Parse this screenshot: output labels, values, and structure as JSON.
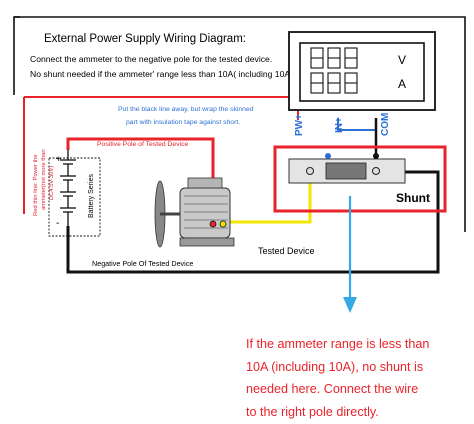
{
  "title": "External Power Supply Wiring Diagram:",
  "instructions": [
    "Connect the ammeter to the negative pole for the tested device.",
    "No shunt needed if the ammeter' range less than 10A( including 10A)"
  ],
  "meter": {
    "volt_unit": "V",
    "amp_unit": "A",
    "digits": "888"
  },
  "terminals": {
    "pw": "PW+",
    "in": "IN+",
    "com": "COM"
  },
  "black_line_note": [
    "Put the black line away, but wrap the skinned",
    "part with insulation tape against short."
  ],
  "red_thin_line_note": [
    "Red thin line: Power the",
    "ammeter(not more than",
    "DC4.5V-30V)"
  ],
  "positive_pole_label": "Positive Pole of Tested Device",
  "negative_pole_label": "Negative Pole Of Tested Device",
  "battery_series_label": "Battery Series",
  "battery_plus": "+",
  "battery_minus": "-",
  "tested_device_label": "Tested Device",
  "shunt_label": "Shunt",
  "shunt_note": [
    "If the ammeter range is less than",
    "10A (including 10A), no shunt is",
    "needed here. Connect the wire",
    "to the right pole directly."
  ],
  "colors": {
    "red": "#e8232a",
    "black": "#111111",
    "yellow": "#f2e600",
    "blue": "#2d6fd6",
    "arrow": "#35a8e6"
  }
}
